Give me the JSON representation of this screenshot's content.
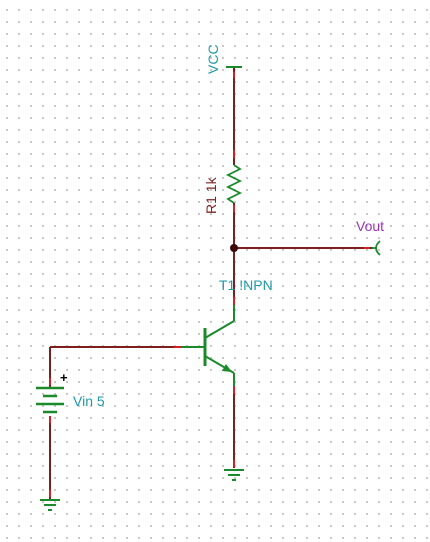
{
  "schematic": {
    "components": {
      "vcc": {
        "label": "VCC"
      },
      "resistor": {
        "label": "R1 1k"
      },
      "output": {
        "label": "Vout"
      },
      "transistor": {
        "label": "T1 !NPN"
      },
      "source": {
        "label": "Vin 5",
        "polarity": "+"
      }
    },
    "colors": {
      "wire": "#7d1f1f",
      "component": "#1a8a2a",
      "terminal": "#d42020",
      "label_teal": "#1e9aa8",
      "label_brown": "#7d2323",
      "label_purple": "#9a34b6"
    }
  }
}
